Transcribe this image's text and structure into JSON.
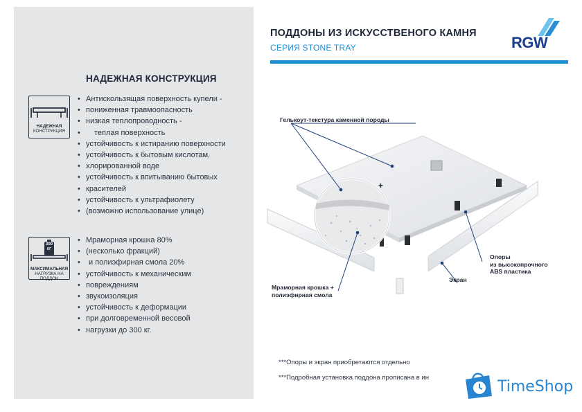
{
  "header": {
    "title": "ПОДДОНЫ ИЗ ИСКУССТВЕНОГО КАМНЯ",
    "subtitle": "СЕРИЯ STONE TRAY",
    "logo": "RGW",
    "accent_color": "#1e8fd2"
  },
  "left": {
    "section_title": "НАДЕЖНАЯ КОНСТРУКЦИЯ",
    "badge1": {
      "line1": "НАДЕЖНАЯ",
      "line2": "КОНСТРУКЦИЯ"
    },
    "badge2": {
      "weight": "300",
      "unit": "КГ",
      "line1": "МАКСИМАЛЬНАЯ",
      "line2": "НАГРУЗКА НА ПОДДОН"
    },
    "features1": [
      "Антискользящая поверхность купели -",
      "пониженная травмоопасность",
      "низкая теплопроводность -",
      "теплая поверхность",
      "устойчивость к истиранию поверхности",
      "устойчивость к бытовым кислотам,",
      "хлорированной воде",
      "устойчивость к впитыванию бытовых",
      "красителей",
      "устойчивость к ультрафиолету",
      "(возможно использование улице)"
    ],
    "features2": [
      "Мраморная крошка 80%",
      "(несколько фракций)",
      "и полиэфирная смола 20%",
      "устойчивость к механическим",
      "повреждениям",
      "звукоизоляция",
      "устойчивость к деформации",
      "при долговременной весовой",
      "нагрузки до 300 кг."
    ]
  },
  "callouts": {
    "gelcoat": "Гелькоут-текстура каменной породы",
    "marble_1": "Мраморная крошка +",
    "marble_2": "полиэфирная смола",
    "screen": "Экран",
    "supports_1": "Опоры",
    "supports_2": "из высокопрочного",
    "supports_3": "ABS пластика"
  },
  "footnotes": {
    "note1": "***Опоры и экран приобретаются отдельно",
    "note2": "***Подробная установка поддона прописана в ин"
  },
  "watermark": "TimeShop"
}
